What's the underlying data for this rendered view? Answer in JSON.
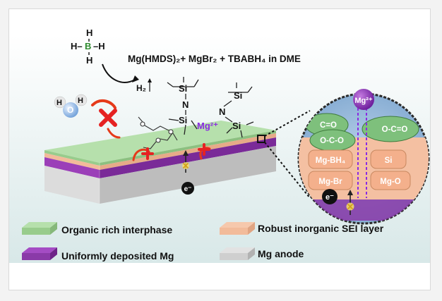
{
  "reaction": {
    "reagents": "Mg(HMDS)₂+ MgBr₂ + TBABH₄ in DME",
    "h2_product": "H₂"
  },
  "borohydride": {
    "H_top": "H",
    "H_left": "H–",
    "B": "B",
    "H_right": "–H",
    "H_bottom": "H"
  },
  "water": {
    "O": "O",
    "H1": "H",
    "H2": "H"
  },
  "hmds": {
    "Si": "Si",
    "N": "N",
    "Mg_ion": "Mg²⁺"
  },
  "electron": {
    "label": "e⁻"
  },
  "zoom": {
    "mg_ion": "Mg²⁺",
    "labels": [
      "C=O",
      "O-C-O",
      "O-C=O",
      "Mg-BH₄",
      "Si",
      "Mg-Br",
      "Mg-O"
    ],
    "electron": "e⁻"
  },
  "legend": [
    {
      "label": "Organic rich interphase",
      "color": "#a8d8a0"
    },
    {
      "label": "Robust inorganic SEI layer",
      "color": "#f5c0a0"
    },
    {
      "label": "Uniformly deposited Mg",
      "color": "#8a3aa8"
    },
    {
      "label": "Mg anode",
      "color": "#cfcfcf"
    }
  ],
  "colors": {
    "bg_gradient_top": "#ffffff",
    "bg_gradient_bottom": "#dbe9ea",
    "organic": "#a8d8a0",
    "inorganic": "#f5c0a0",
    "mg_deposit": "#8a3aa8",
    "mg_anode": "#d4d4d4",
    "borane_B": "#2e8b2e",
    "mg_ion_text": "#8a2be2",
    "cross": "#e52222",
    "arrow_red": "#e53a1a",
    "zoom_circle": "#4682b4"
  }
}
